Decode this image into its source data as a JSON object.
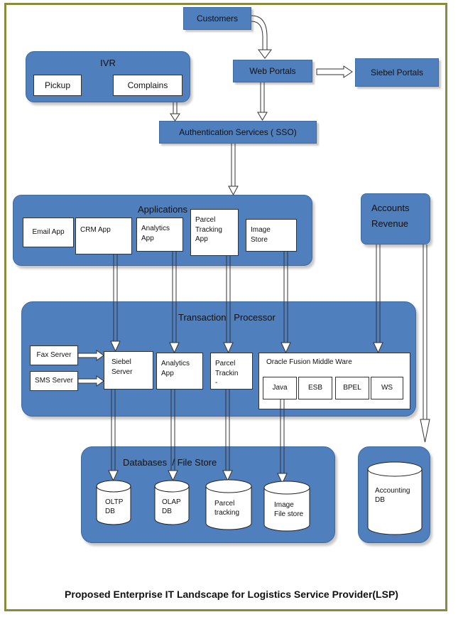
{
  "top": {
    "customers": "Customers",
    "web_portals": "Web Portals",
    "siebel_portals": "Siebel Portals",
    "auth": "Authentication Services ( SSO)"
  },
  "ivr": {
    "title": "IVR",
    "pickup": "Pickup",
    "complains": "Complains"
  },
  "applications": {
    "title": "Applications",
    "email": "Email App",
    "crm": "CRM App",
    "analytics_line1": "Analytics",
    "analytics_line2": "App",
    "parcel_line1": "Parcel",
    "parcel_line2": "Tracking",
    "parcel_line3": "App",
    "image_line1": "Image",
    "image_line2": "Store"
  },
  "accounts": {
    "line1": "Accounts",
    "line2": "Revenue"
  },
  "transaction": {
    "title": "Transaction   Processor",
    "fax": "Fax Server",
    "sms": "SMS Server",
    "siebel_line1": "Siebel",
    "siebel_line2": "Server",
    "analytics_line1": "Analytics",
    "analytics_line2": "App",
    "parcel_line1": "Parcel",
    "parcel_line2": "Trackin",
    "parcel_line3": "-",
    "oracle": "Oracle Fusion Middle Ware",
    "java": "Java",
    "esb": "ESB",
    "bpel": "BPEL",
    "ws": "WS"
  },
  "databases": {
    "title": "Databases  / File Store",
    "oltp_line1": "OLTP",
    "oltp_line2": "DB",
    "olap_line1": "OLAP",
    "olap_line2": "DB",
    "parcel_line1": "Parcel",
    "parcel_line2": "tracking",
    "image_line1": "Image",
    "image_line2": "File store",
    "accounting_line1": "Accounting",
    "accounting_line2": "DB"
  },
  "caption": "Proposed Enterprise IT Landscape for Logistics Service Provider(LSP)"
}
